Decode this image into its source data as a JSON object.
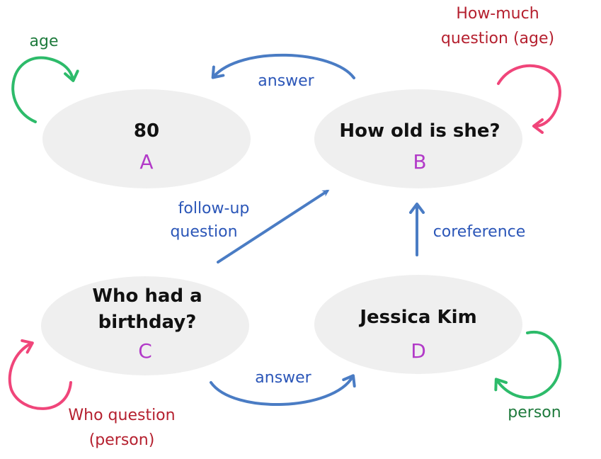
{
  "nodes": {
    "a": {
      "title": "80",
      "letter": "A"
    },
    "b": {
      "title": "How old is she?",
      "letter": "B"
    },
    "c": {
      "title_line1": "Who had a",
      "title_line2": "birthday?",
      "letter": "C"
    },
    "d": {
      "title": "Jessica Kim",
      "letter": "D"
    }
  },
  "edges": {
    "b_to_a": "answer",
    "c_to_b_line1": "follow-up",
    "c_to_b_line2": "question",
    "d_to_b": "coreference",
    "c_to_d": "answer"
  },
  "self_loops": {
    "a": "age",
    "b_line1": "How-much",
    "b_line2": "question (age)",
    "c_line1": "Who question",
    "c_line2": "(person)",
    "d": "person"
  },
  "colors": {
    "node_fill": "#efefef",
    "edge_blue": "#4a7cc4",
    "loop_green": "#2dbb6a",
    "loop_pink": "#f0457a",
    "letter_purple": "#b23ac8",
    "label_blue": "#2b56b8",
    "label_green": "#1e7a3c",
    "label_red": "#b5202f"
  }
}
